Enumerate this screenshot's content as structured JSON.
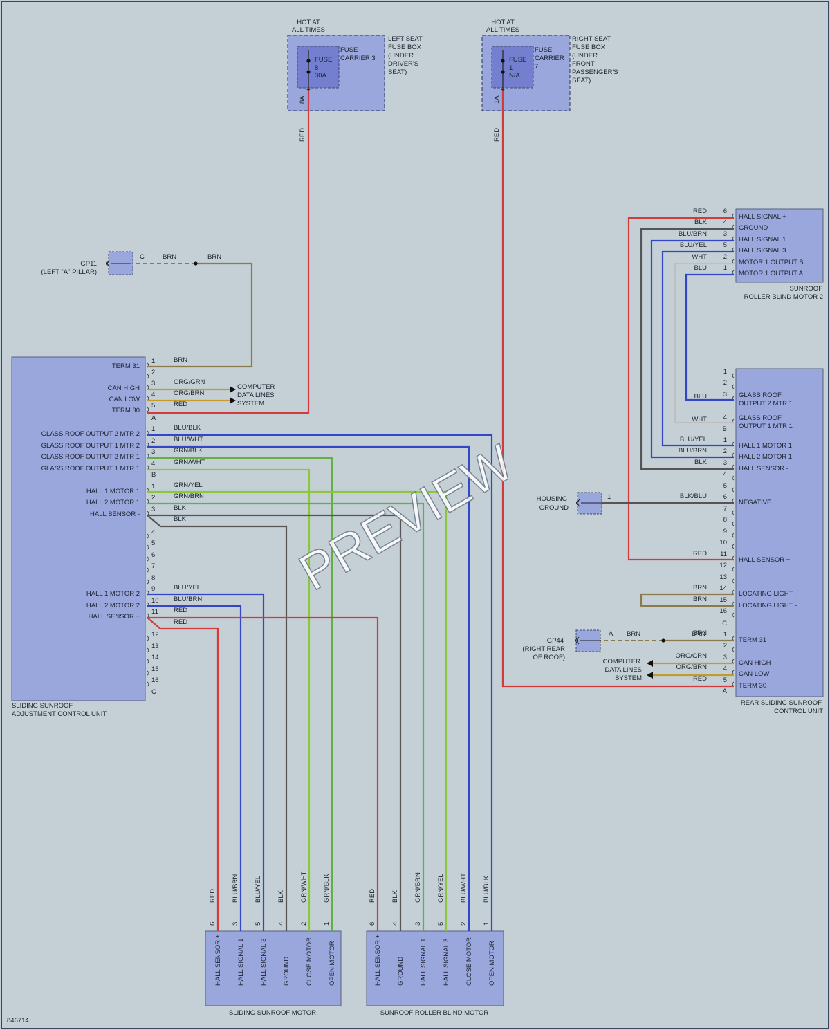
{
  "fuse_left": {
    "hot": [
      "HOT AT",
      "ALL TIMES"
    ],
    "location": [
      "LEFT SEAT",
      "FUSE BOX",
      "(UNDER",
      "DRIVER'S",
      "SEAT)"
    ],
    "carrier": [
      "FUSE",
      "CARRIER 3"
    ],
    "fuse": [
      "FUSE",
      "8",
      "30A"
    ],
    "pin": "8A",
    "wire": "RED"
  },
  "fuse_right": {
    "hot": [
      "HOT AT",
      "ALL TIMES"
    ],
    "location": [
      "RIGHT SEAT",
      "FUSE BOX",
      "(UNDER",
      "FRONT",
      "PASSENGER'S",
      "SEAT)"
    ],
    "carrier": [
      "FUSE",
      "CARRIER",
      "7"
    ],
    "fuse": [
      "FUSE",
      "1",
      "N/A"
    ],
    "pin": "1A",
    "wire": "RED"
  },
  "gp11": {
    "label": "GP11",
    "sub": "(LEFT \"A\" PILLAR)",
    "pin": "C",
    "wire1": "BRN",
    "wire2": "BRN"
  },
  "gp44": {
    "label": "GP44",
    "sub": [
      "(RIGHT REAR",
      "OF ROOF)"
    ],
    "pin": "A",
    "wire1": "BRN",
    "wire2": "BRN"
  },
  "housing_ground": {
    "label": [
      "HOUSING",
      "GROUND"
    ],
    "pin": "1"
  },
  "left_cdl": [
    "COMPUTER",
    "DATA LINES",
    "SYSTEM"
  ],
  "right_cdl": [
    "COMPUTER",
    "DATA LINES",
    "SYSTEM"
  ],
  "left_unit": {
    "name": [
      "SLIDING SUNROOF",
      "ADJUSTMENT CONTROL UNIT"
    ],
    "connector_a": [
      {
        "pin": "1",
        "label": "TERM 31",
        "wire": "BRN"
      },
      {
        "pin": "2",
        "label": "",
        "wire": ""
      },
      {
        "pin": "3",
        "label": "CAN HIGH",
        "wire": "ORG/GRN"
      },
      {
        "pin": "4",
        "label": "CAN LOW",
        "wire": "ORG/BRN"
      },
      {
        "pin": "5",
        "label": "TERM 30",
        "wire": "RED"
      }
    ],
    "connector_b": [
      {
        "pin": "1",
        "label": "GLASS ROOF OUTPUT 2 MTR 2",
        "wire": "BLU/BLK"
      },
      {
        "pin": "2",
        "label": "GLASS ROOF OUTPUT 1 MTR 2",
        "wire": "BLU/WHT"
      },
      {
        "pin": "3",
        "label": "GLASS ROOF OUTPUT 2 MTR 1",
        "wire": "GRN/BLK"
      },
      {
        "pin": "4",
        "label": "GLASS ROOF OUTPUT 1 MTR 1",
        "wire": "GRN/WHT"
      }
    ],
    "connector_c": [
      {
        "pin": "1",
        "label": "HALL 1 MOTOR 1",
        "wire": "GRN/YEL"
      },
      {
        "pin": "2",
        "label": "HALL 2 MOTOR 1",
        "wire": "GRN/BRN"
      },
      {
        "pin": "3",
        "label": "HALL SENSOR -",
        "wire": "BLK"
      },
      {
        "pin": "",
        "label": "",
        "wire": "BLK"
      },
      {
        "pin": "4",
        "label": "",
        "wire": ""
      },
      {
        "pin": "5",
        "label": "",
        "wire": ""
      },
      {
        "pin": "6",
        "label": "",
        "wire": ""
      },
      {
        "pin": "7",
        "label": "",
        "wire": ""
      },
      {
        "pin": "8",
        "label": "",
        "wire": ""
      },
      {
        "pin": "9",
        "label": "HALL 1 MOTOR 2",
        "wire": "BLU/YEL"
      },
      {
        "pin": "10",
        "label": "HALL 2 MOTOR 2",
        "wire": "BLU/BRN"
      },
      {
        "pin": "11",
        "label": "HALL SENSOR +",
        "wire": "RED"
      },
      {
        "pin": "",
        "label": "",
        "wire": "RED"
      },
      {
        "pin": "12",
        "label": "",
        "wire": ""
      },
      {
        "pin": "13",
        "label": "",
        "wire": ""
      },
      {
        "pin": "14",
        "label": "",
        "wire": ""
      },
      {
        "pin": "15",
        "label": "",
        "wire": ""
      },
      {
        "pin": "16",
        "label": "",
        "wire": ""
      }
    ],
    "conn_letters": [
      "A",
      "B",
      "C"
    ]
  },
  "roller_motor2": {
    "name": [
      "SUNROOF",
      "ROLLER BLIND MOTOR 2"
    ],
    "pins": [
      {
        "pin": "6",
        "label": "HALL SIGNAL +",
        "wire": "RED"
      },
      {
        "pin": "4",
        "label": "GROUND",
        "wire": "BLK"
      },
      {
        "pin": "3",
        "label": "HALL SIGNAL 1",
        "wire": "BLU/BRN"
      },
      {
        "pin": "5",
        "label": "HALL SIGNAL 3",
        "wire": "BLU/YEL"
      },
      {
        "pin": "2",
        "label": "MOTOR 1 OUTPUT B",
        "wire": "WHT"
      },
      {
        "pin": "1",
        "label": "MOTOR 1 OUTPUT A",
        "wire": "BLU"
      }
    ]
  },
  "rear_unit": {
    "name": [
      "REAR SLIDING SUNROOF",
      "CONTROL UNIT"
    ],
    "conn_b": [
      {
        "pin": "1",
        "label": "",
        "wire": ""
      },
      {
        "pin": "2",
        "label": "",
        "wire": ""
      },
      {
        "pin": "3",
        "label": "GLASS ROOF",
        "label2": "OUTPUT 2 MTR 1",
        "wire": "BLU"
      },
      {
        "pin": "4",
        "label": "GLASS ROOF",
        "label2": "OUTPUT 1 MTR 1",
        "wire": "WHT"
      }
    ],
    "conn_c": [
      {
        "pin": "1",
        "label": "HALL 1 MOTOR 1",
        "wire": "BLU/YEL"
      },
      {
        "pin": "2",
        "label": "HALL 2 MOTOR 1",
        "wire": "BLU/BRN"
      },
      {
        "pin": "3",
        "label": "HALL SENSOR -",
        "wire": "BLK"
      },
      {
        "pin": "4",
        "label": "",
        "wire": ""
      },
      {
        "pin": "5",
        "label": "",
        "wire": ""
      },
      {
        "pin": "6",
        "label": "NEGATIVE",
        "wire": "BLK/BLU"
      },
      {
        "pin": "7",
        "label": "",
        "wire": ""
      },
      {
        "pin": "8",
        "label": "",
        "wire": ""
      },
      {
        "pin": "9",
        "label": "",
        "wire": ""
      },
      {
        "pin": "10",
        "label": "",
        "wire": ""
      },
      {
        "pin": "11",
        "label": "HALL SENSOR +",
        "wire": "RED"
      },
      {
        "pin": "12",
        "label": "",
        "wire": ""
      },
      {
        "pin": "13",
        "label": "",
        "wire": ""
      },
      {
        "pin": "14",
        "label": "LOCATING LIGHT -",
        "wire": "BRN"
      },
      {
        "pin": "15",
        "label": "LOCATING LIGHT -",
        "wire": "BRN"
      },
      {
        "pin": "16",
        "label": "",
        "wire": ""
      }
    ],
    "conn_a": [
      {
        "pin": "1",
        "label": "TERM 31",
        "wire": "BRN"
      },
      {
        "pin": "2",
        "label": "",
        "wire": ""
      },
      {
        "pin": "3",
        "label": "CAN HIGH",
        "wire": "ORG/GRN"
      },
      {
        "pin": "4",
        "label": "CAN LOW",
        "wire": "ORG/BRN"
      },
      {
        "pin": "5",
        "label": "TERM 30",
        "wire": "RED"
      }
    ],
    "conn_letters": [
      "B",
      "C",
      "A"
    ]
  },
  "sliding_motor": {
    "name": "SLIDING SUNROOF MOTOR",
    "pins": [
      {
        "pin": "6",
        "label": "HALL SENSOR +",
        "wire": "RED"
      },
      {
        "pin": "3",
        "label": "HALL SIGNAL 1",
        "wire": "BLU/BRN"
      },
      {
        "pin": "5",
        "label": "HALL SIGNAL 3",
        "wire": "BLU/YEL"
      },
      {
        "pin": "4",
        "label": "GROUND",
        "wire": "BLK"
      },
      {
        "pin": "2",
        "label": "CLOSE MOTOR",
        "wire": "GRN/WHT"
      },
      {
        "pin": "1",
        "label": "OPEN MOTOR",
        "wire": "GRN/BLK"
      }
    ]
  },
  "roller_motor": {
    "name": "SUNROOF ROLLER BLIND MOTOR",
    "pins": [
      {
        "pin": "6",
        "label": "HALL SENSOR +",
        "wire": "RED"
      },
      {
        "pin": "4",
        "label": "GROUND",
        "wire": "BLK"
      },
      {
        "pin": "3",
        "label": "HALL SIGNAL 1",
        "wire": "GRN/BRN"
      },
      {
        "pin": "5",
        "label": "HALL SIGNAL 3",
        "wire": "GRN/YEL"
      },
      {
        "pin": "2",
        "label": "CLOSE MOTOR",
        "wire": "BLU/WHT"
      },
      {
        "pin": "1",
        "label": "OPEN MOTOR",
        "wire": "BLU/BLK"
      }
    ]
  },
  "doc_id": "846714",
  "watermark": "PREVIEW",
  "colors": {
    "red": "#d53a3a",
    "blue": "#3446c8",
    "green": "#62b040",
    "green_alt": "#8cc63c",
    "black": "#555555",
    "brown": "#8a7a4c",
    "orange": "#c49a2c",
    "white": "#bfbfbf"
  }
}
